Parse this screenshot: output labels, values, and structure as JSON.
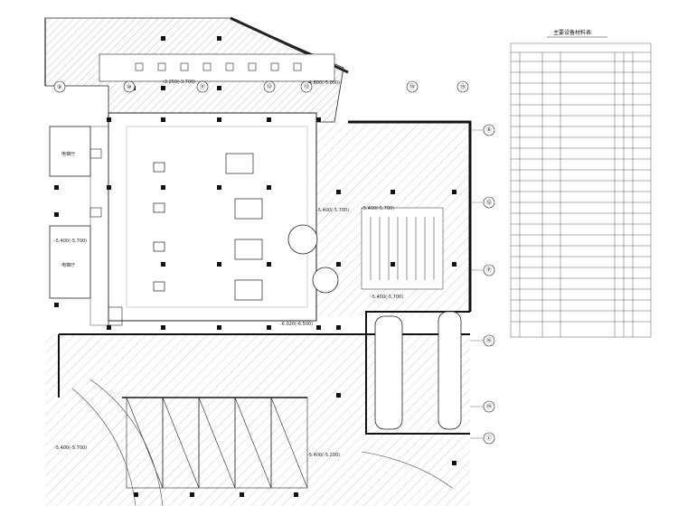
{
  "table": {
    "title": "主要设备材料表"
  },
  "axes": {
    "top": [
      "⑨",
      "⑩",
      "⑪",
      "⑫",
      "⑬",
      "⑭",
      "⑮"
    ],
    "right": [
      "Ⓡ",
      "Ⓠ",
      "Ⓟ",
      "Ⓝ",
      "Ⓜ",
      "Ⓛ"
    ]
  },
  "rooms": {
    "left_top": "电梯厅",
    "left_mid": "电梯厅"
  },
  "elevations": {
    "top_strip": "-3.250(-3.700)",
    "top_right": "-4.600(-5.000)",
    "left_mid": "-5.400(-5.700)",
    "center": "-5.400(-5.700)",
    "center_right": "-5.400(-5.700)",
    "lower_right": "-5.400(-5.700)",
    "bottom_center": "-6.020(-6.500)",
    "bottom_left": "-5.400(-5.700)",
    "bottom_mid": "-5.400(-5.200)"
  },
  "colors": {
    "line": "#222222",
    "hatch": "#888888",
    "background": "#ffffff"
  }
}
